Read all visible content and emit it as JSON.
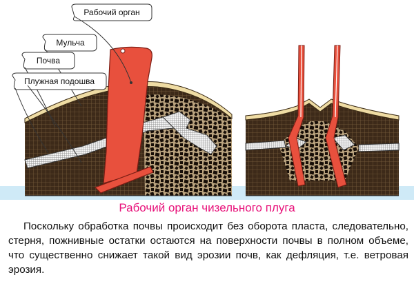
{
  "labels": {
    "working_organ": "Рабочий орган",
    "mulch": "Мульча",
    "soil": "Почва",
    "plow_pan": "Плужная подошва"
  },
  "caption": "Рабочий орган чизельного плуга",
  "paragraph": "Поскольку обработка почвы происходит без оборота пласта, следовательно, стерня, пожнивные остатки остаются на поверхности почвы в полном объеме, что существенно снижает такой вид эрозии почв, как дефляция, т.е. ветровая эрозия.",
  "colors": {
    "sky": "#cfeaf7",
    "soil": "#3d2a19",
    "soil_lines": "#7a5f3e",
    "clod": "#170e07",
    "mulch": "#efdca4",
    "tool": "#e8503d",
    "plow_pan": "#e2e2e2",
    "caption": "#e8127a"
  }
}
